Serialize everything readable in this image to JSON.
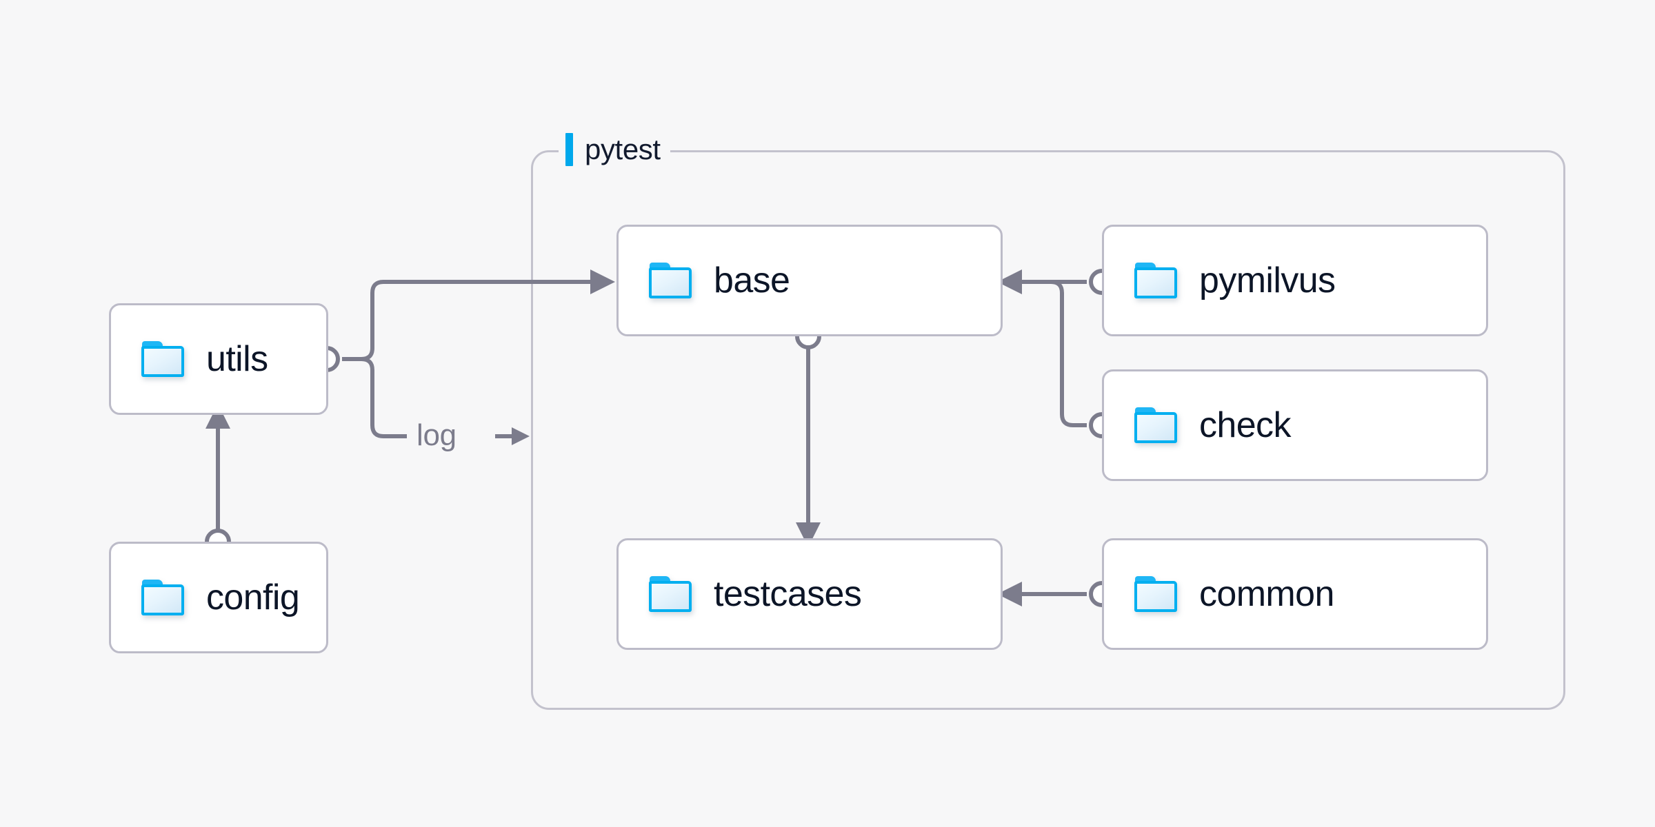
{
  "background_color": "#f7f7f8",
  "accent_color": "#00a8ec",
  "folder_icon_color": "#00aff0",
  "edge_color": "#7c7c8c",
  "node_border_color": "#bcbbc8",
  "group_border_color": "#c3c2cd",
  "text_color": "#0c1527",
  "group": {
    "label": "pytest",
    "icon": "accent-bar"
  },
  "nodes": [
    {
      "id": "utils",
      "label": "utils",
      "icon": "folder-icon"
    },
    {
      "id": "config",
      "label": "config",
      "icon": "folder-icon"
    },
    {
      "id": "base",
      "label": "base",
      "icon": "folder-icon"
    },
    {
      "id": "testcases",
      "label": "testcases",
      "icon": "folder-icon"
    },
    {
      "id": "pymilvus",
      "label": "pymilvus",
      "icon": "folder-icon"
    },
    {
      "id": "check",
      "label": "check",
      "icon": "folder-icon"
    },
    {
      "id": "common",
      "label": "common",
      "icon": "folder-icon"
    }
  ],
  "edges": [
    {
      "id": "utils-base",
      "from": "utils",
      "to": "base",
      "label": ""
    },
    {
      "id": "utils-log",
      "from": "utils",
      "to": "pytest",
      "label": "log"
    },
    {
      "id": "config-utils",
      "from": "config",
      "to": "utils",
      "label": ""
    },
    {
      "id": "base-testcases",
      "from": "base",
      "to": "testcases",
      "label": ""
    },
    {
      "id": "pymilvus-base",
      "from": "pymilvus",
      "to": "base",
      "label": ""
    },
    {
      "id": "check-base",
      "from": "check",
      "to": "base",
      "label": ""
    },
    {
      "id": "common-testcases",
      "from": "common",
      "to": "testcases",
      "label": ""
    }
  ],
  "edge_labels": {
    "log": "log",
    "log_arrow": "→"
  }
}
